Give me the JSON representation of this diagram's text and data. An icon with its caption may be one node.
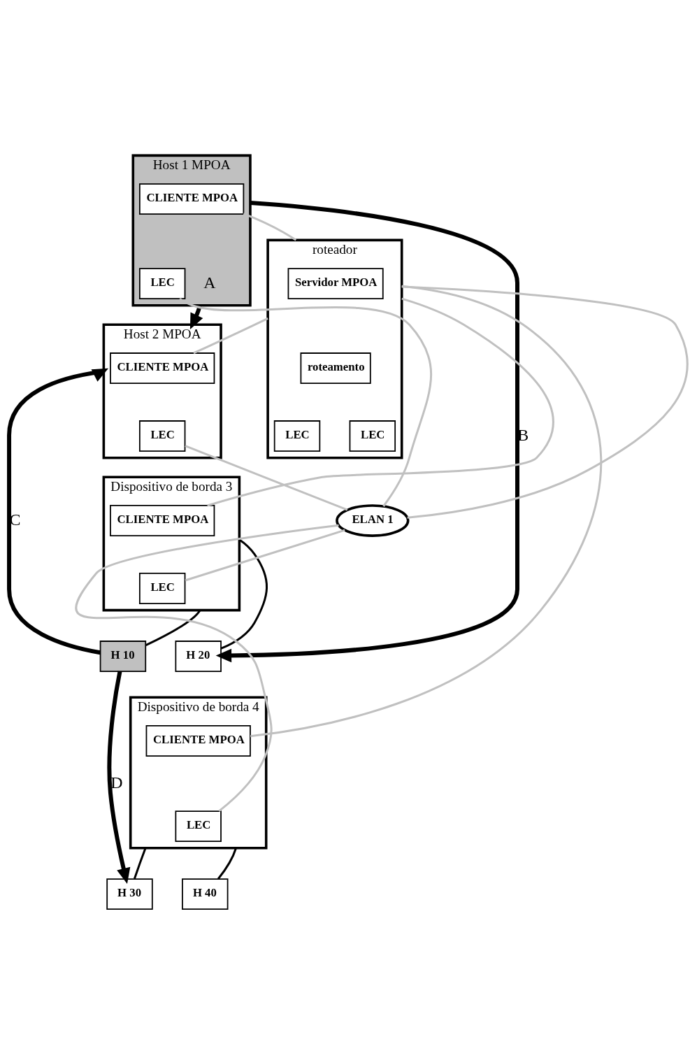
{
  "diagram": {
    "nodes": [
      {
        "text": [
          "Host 1 MPOA"
        ]
      },
      {
        "text": [
          "CLIENTE MPOA"
        ],
        "in": 0
      },
      {
        "text": [
          "LEC"
        ],
        "in": 0
      },
      {
        "text": [
          "Host 2 MPOA"
        ]
      },
      {
        "text": [
          "CLIENTE MPOA"
        ],
        "in": 3
      },
      {
        "text": [
          "LEC"
        ],
        "in": 3
      },
      {
        "text": [
          "Dispositivo de borda 3"
        ]
      },
      {
        "text": [
          "CLIENTE MPOA"
        ],
        "in": 6
      },
      {
        "text": [
          "LEC"
        ],
        "in": 6
      },
      {
        "text": [
          "H 20"
        ]
      },
      {
        "text": [
          "H 10"
        ]
      },
      {
        "text": [
          "Dispositivo de borda 4"
        ]
      },
      {
        "text": [
          "CLIENTE MPOA"
        ],
        "in": 11
      },
      {
        "text": [
          "LEC"
        ],
        "in": 11
      },
      {
        "text": [
          "H 40"
        ]
      },
      {
        "text": [
          "H 30"
        ]
      },
      {
        "text": [
          "roteador"
        ]
      },
      {
        "text": [
          "Servidor MPOA"
        ],
        "in": 16
      },
      {
        "text": [
          "roteamento"
        ],
        "in": 16
      },
      {
        "text": [
          "LEC"
        ],
        "in": 16
      },
      {
        "text": [
          "LEC"
        ],
        "in": 16
      },
      {
        "text": [
          "ELAN 1"
        ]
      }
    ],
    "edges": [
      {
        "from": 1,
        "to": 16,
        "arrow": "none"
      },
      {
        "from": 2,
        "to": 21,
        "arrow": "none"
      },
      {
        "from": 4,
        "to": 16,
        "arrow": "none"
      },
      {
        "from": 5,
        "to": 21,
        "arrow": "none"
      },
      {
        "from": 7,
        "to": 16,
        "arrow": "none"
      },
      {
        "from": 8,
        "to": 21,
        "arrow": "none"
      },
      {
        "from": 12,
        "to": 16,
        "arrow": "none"
      },
      {
        "from": 13,
        "to": 21,
        "arrow": "none"
      },
      {
        "from": 16,
        "to": 21,
        "arrow": "none"
      },
      {
        "from": 6,
        "to": 9,
        "arrow": "none",
        "color": "#000000"
      },
      {
        "from": 6,
        "to": 10,
        "arrow": "none",
        "color": "#000000"
      },
      {
        "from": 11,
        "to": 14,
        "arrow": "none",
        "color": "#000000"
      },
      {
        "from": 11,
        "to": 15,
        "arrow": "none",
        "color": "#000000"
      },
      {
        "from": 0,
        "to": 3,
        "arrow": "to",
        "label": "A",
        "style": "thick",
        "color": "#000000"
      },
      {
        "from": 0,
        "to": 9,
        "arrow": "to",
        "label": "B",
        "style": "thick",
        "color": "#000000"
      },
      {
        "from": 10,
        "to": 3,
        "arrow": "to",
        "label": "C",
        "style": "thick",
        "color": "#000000"
      },
      {
        "from": 10,
        "to": 15,
        "arrow": "to",
        "label": "D",
        "style": "thick",
        "color": "#000000"
      }
    ]
  }
}
